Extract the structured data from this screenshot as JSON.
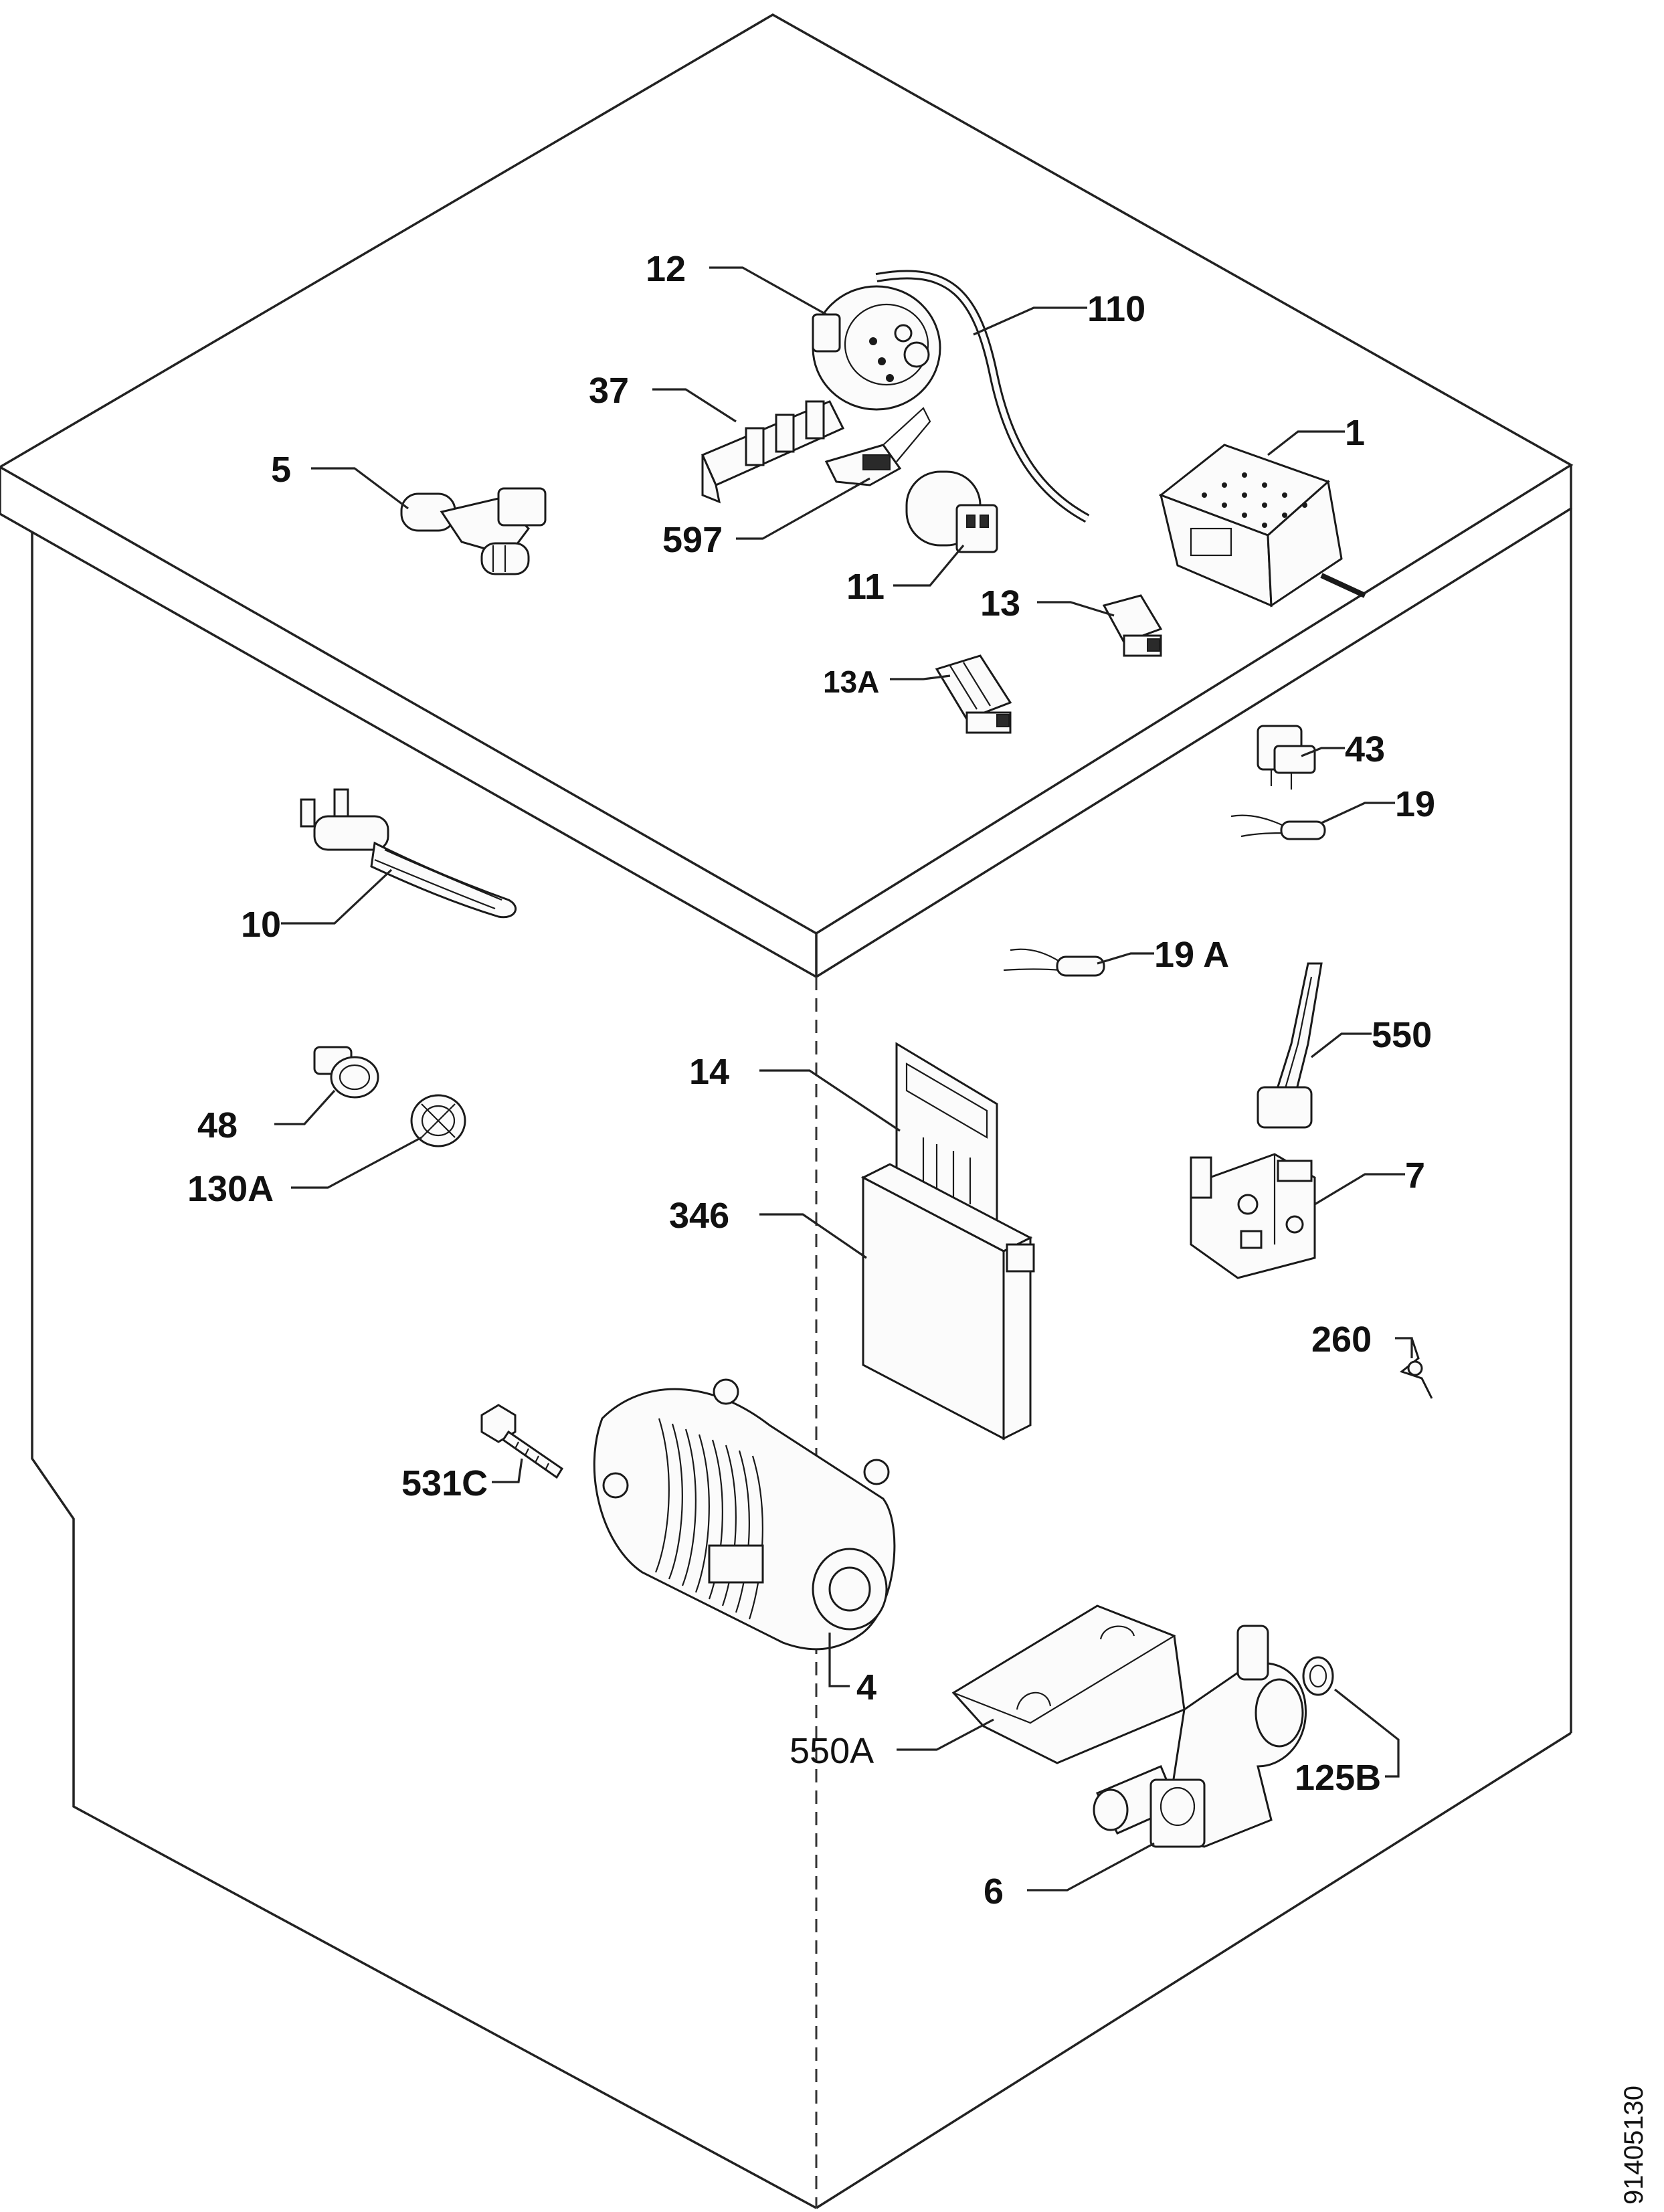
{
  "labels": {
    "l12": "12",
    "l110": "110",
    "l37": "37",
    "l5": "5",
    "l1": "1",
    "l597": "597",
    "l11": "11",
    "l13": "13",
    "l13a": "13A",
    "l43": "43",
    "l19": "19",
    "l10": "10",
    "l19a": "19 A",
    "l550": "550",
    "l14": "14",
    "l48": "48",
    "l130a": "130A",
    "l7": "7",
    "l346": "346",
    "l260": "260",
    "l531c": "531C",
    "l4": "4",
    "l550a": "550A",
    "l125b": "125B",
    "l6": "6"
  },
  "document_number": "91405130",
  "parts": [
    {
      "ref": "1",
      "icon": "programme-selector-icon"
    },
    {
      "ref": "4",
      "icon": "motor-icon"
    },
    {
      "ref": "5",
      "icon": "water-valve-icon"
    },
    {
      "ref": "6",
      "icon": "drain-pump-icon"
    },
    {
      "ref": "7",
      "icon": "door-interlock-icon"
    },
    {
      "ref": "10",
      "icon": "heating-element-icon"
    },
    {
      "ref": "11",
      "icon": "capacitor-icon"
    },
    {
      "ref": "12",
      "icon": "pressure-switch-icon"
    },
    {
      "ref": "13",
      "icon": "connector-icon"
    },
    {
      "ref": "13A",
      "icon": "connector-icon"
    },
    {
      "ref": "14",
      "icon": "electronic-board-icon"
    },
    {
      "ref": "19",
      "icon": "thermostat-probe-icon"
    },
    {
      "ref": "19 A",
      "icon": "thermostat-probe-icon"
    },
    {
      "ref": "37",
      "icon": "terminal-block-icon"
    },
    {
      "ref": "43",
      "icon": "filter-icon"
    },
    {
      "ref": "48",
      "icon": "thermostat-icon"
    },
    {
      "ref": "110",
      "icon": "hose-icon"
    },
    {
      "ref": "125B",
      "icon": "seal-ring-icon"
    },
    {
      "ref": "130A",
      "icon": "nut-icon"
    },
    {
      "ref": "260",
      "icon": "spring-clip-icon"
    },
    {
      "ref": "346",
      "icon": "board-housing-icon"
    },
    {
      "ref": "531C",
      "icon": "bolt-icon"
    },
    {
      "ref": "550",
      "icon": "wire-harness-icon"
    },
    {
      "ref": "550A",
      "icon": "cover-plate-icon"
    },
    {
      "ref": "597",
      "icon": "bracket-icon"
    }
  ]
}
